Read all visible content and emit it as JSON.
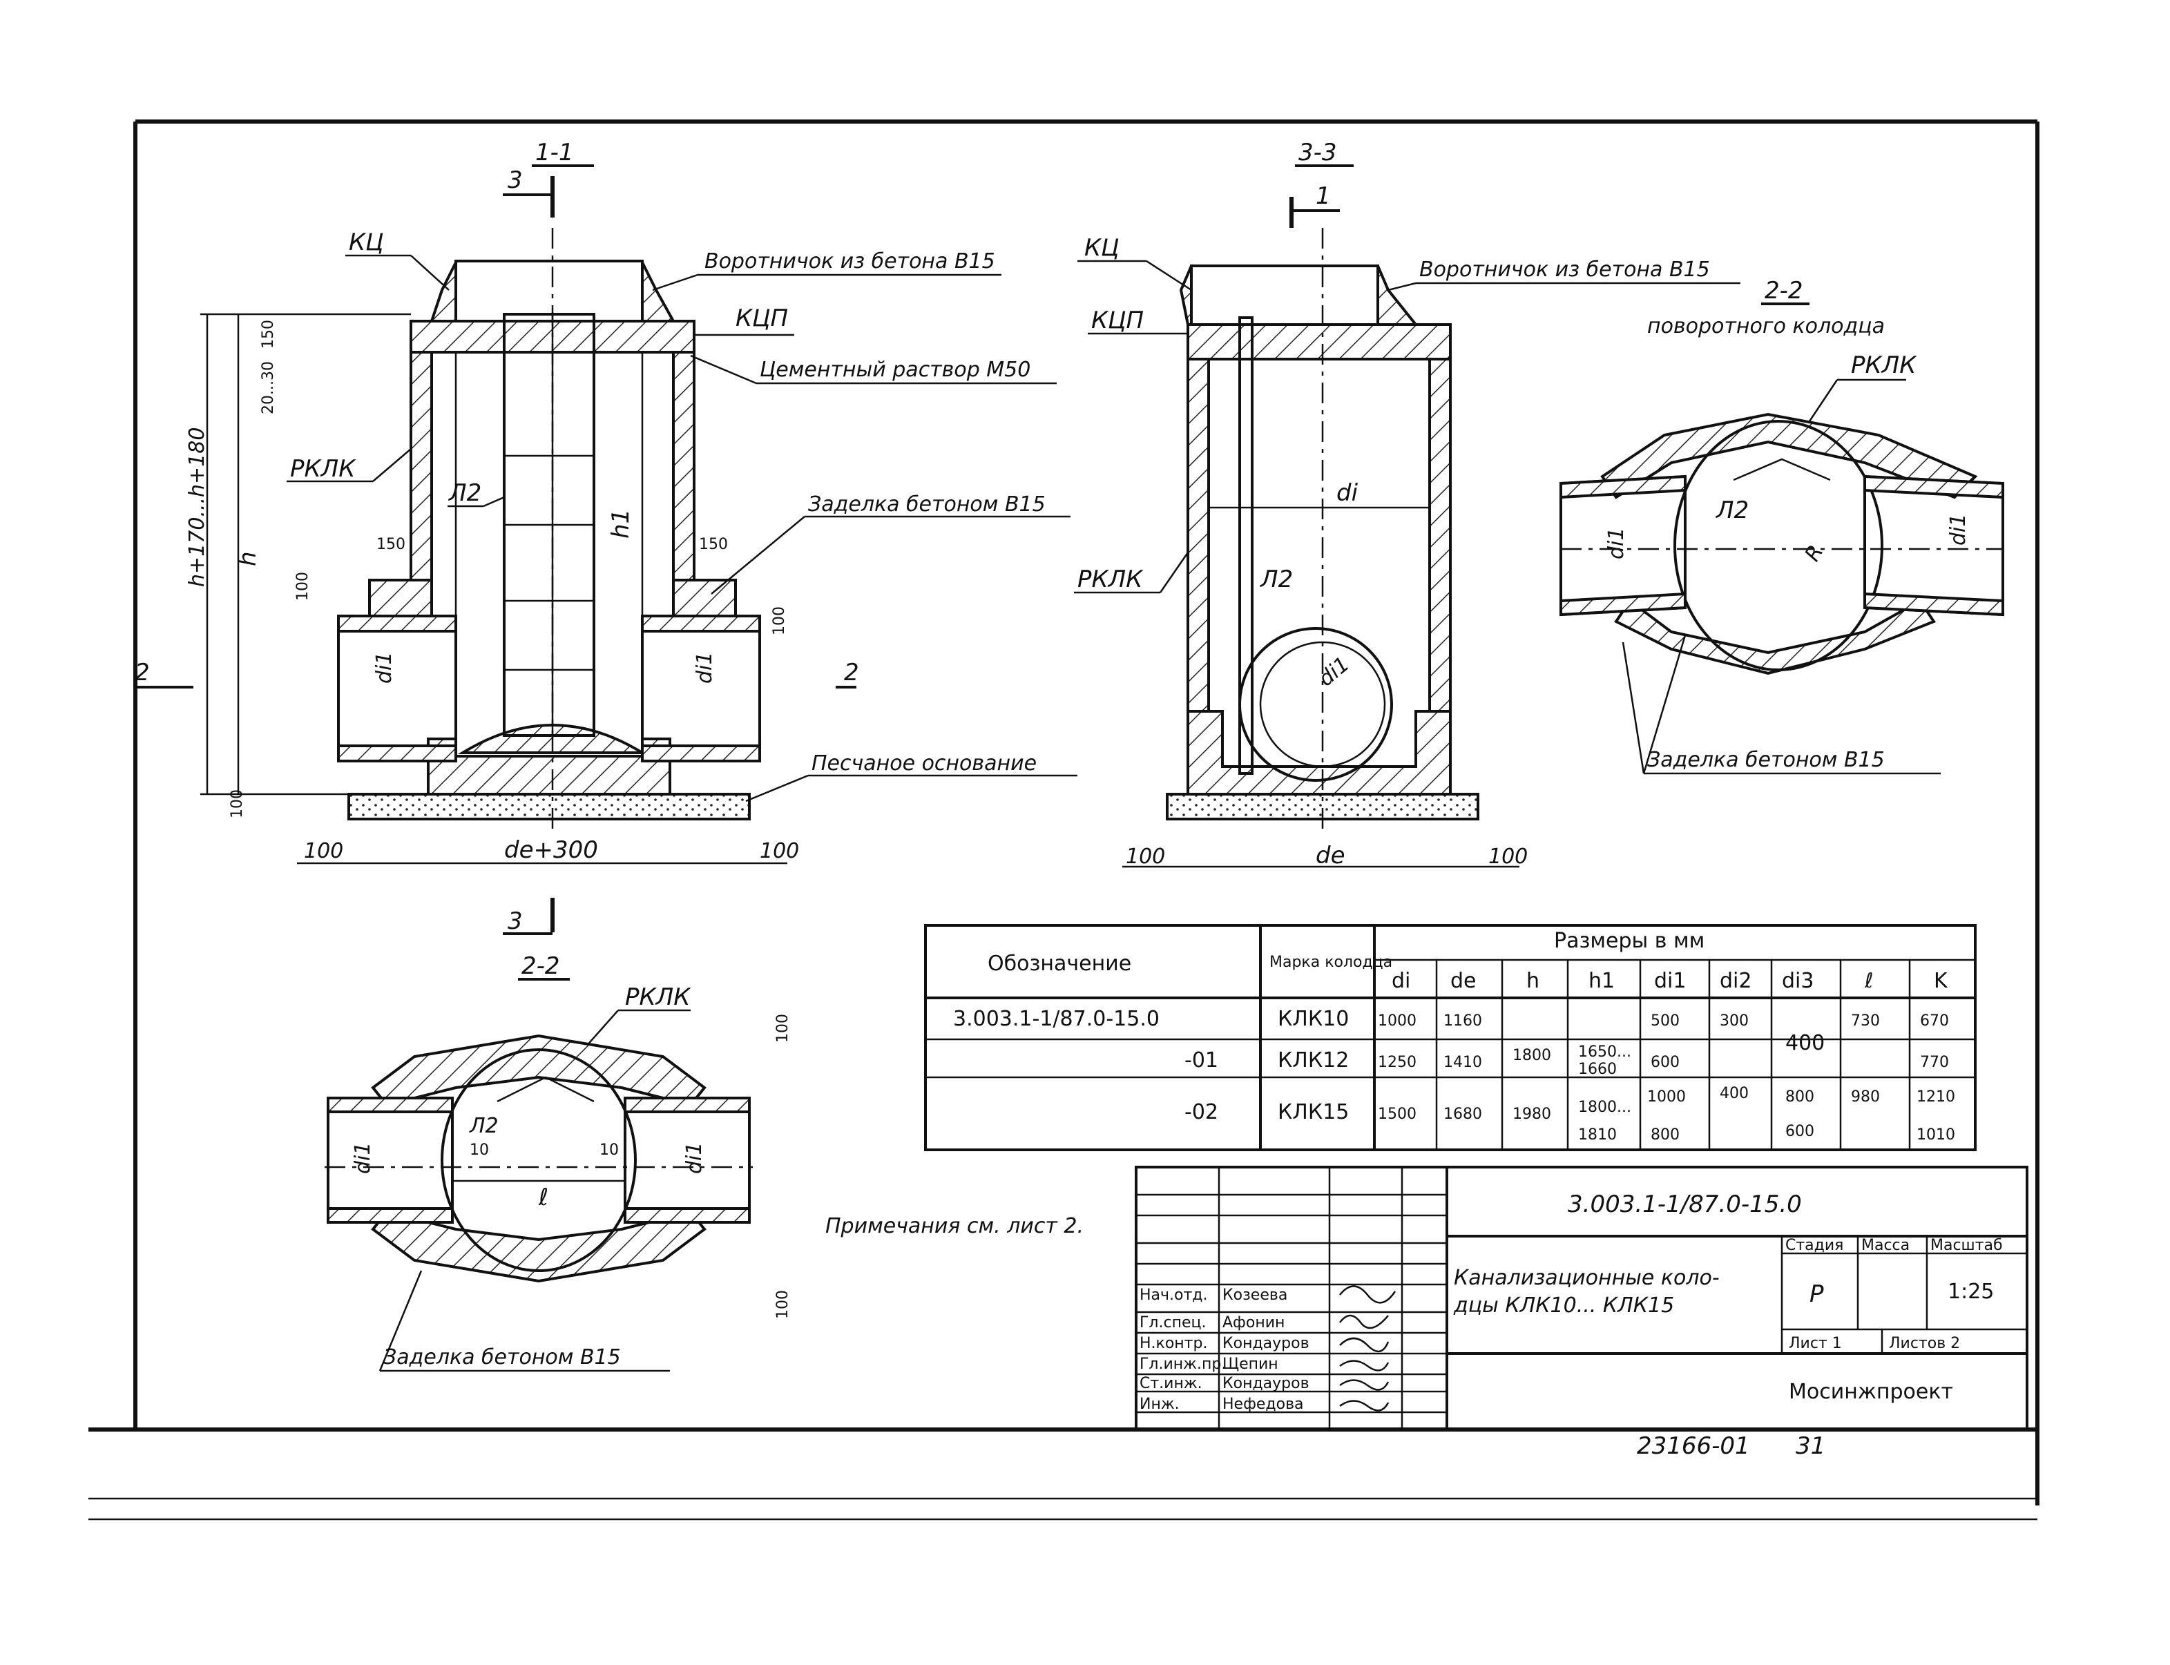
{
  "sections": {
    "s11": "1-1",
    "s33": "3-3",
    "s22": "2-2",
    "cut3": "3",
    "cut1": "1",
    "cut2": "2"
  },
  "labels": {
    "kc": "КЦ",
    "kcp": "КЦП",
    "rklk": "РКЛК",
    "rklk2": "РКЛК",
    "rklk3": "РКЛК",
    "rklk_plan": "РКЛК",
    "collar": "Воротничок из бетона В15",
    "collar2": "Воротничок из бетона В15",
    "mortar": "Цементный раствор М50",
    "seal": "Заделка бетоном В15",
    "seal2": "Заделка бетоном В15",
    "seal3": "Заделка бетоном В15",
    "sand": "Песчаное основание",
    "turning": "поворотного колодца",
    "l2": "Л2",
    "l2b": "Л2",
    "l2c": "Л2",
    "l2d": "Л2",
    "di": "di",
    "di1": "di1",
    "di1b": "di1",
    "di1c": "di1",
    "di1d": "di1",
    "di1e": "di1",
    "di1f": "di1",
    "h": "h",
    "h1": "h1",
    "l": "ℓ",
    "r": "R",
    "note": "Примечания см. лист 2."
  },
  "dims": {
    "d150a": "150",
    "d150b": "150",
    "d20_30": "20...30",
    "d150c": "150",
    "d100a": "100",
    "d100b": "100",
    "d100c": "100",
    "d100d": "100",
    "d100e": "100",
    "d100f": "100",
    "d100g": "100",
    "d100h": "100",
    "d100i": "100",
    "d10a": "10",
    "d10b": "10",
    "hrange": "h+170...h+180",
    "de300": "de+300",
    "de": "de"
  },
  "table": {
    "h_designation": "Обозначение",
    "h_mark": "Марка колодца",
    "h_sizes": "Размеры в мм",
    "cols": [
      "di",
      "de",
      "h",
      "h1",
      "di1",
      "di2",
      "di3",
      "ℓ",
      "K"
    ],
    "r1": {
      "des": "3.003.1-1/87.0-15.0",
      "mark": "КЛК10",
      "di": "1000",
      "de": "1160",
      "di1": "500",
      "di2": "300",
      "l": "730",
      "k": "670"
    },
    "r2": {
      "des": "-01",
      "mark": "КЛК12",
      "di": "1250",
      "de": "1410",
      "di1": "600",
      "k": "770"
    },
    "r3": {
      "des": "-02",
      "mark": "КЛК15",
      "di": "1500",
      "de": "1680",
      "h": "1980",
      "h1": "1800...",
      "h1b": "1810",
      "di1a": "1000",
      "di1b": "800",
      "di2": "400",
      "di3a": "800",
      "di3b": "600",
      "l": "980",
      "ka": "1210",
      "kb": "1010"
    },
    "h_shared": "1800",
    "h1_shared": "1650...",
    "h1_shared_b": "1660",
    "di3_shared": "400"
  },
  "stamp": {
    "code": "3.003.1-1/87.0-15.0",
    "title1": "Канализационные коло-",
    "title2": "дцы КЛК10... КЛК15",
    "stage_h": "Стадия",
    "mass_h": "Масса",
    "scale_h": "Масштаб",
    "stage": "Р",
    "scale": "1:25",
    "sheet": "Лист 1",
    "sheets": "Листов 2",
    "org": "Мосинжпроект",
    "roles": [
      {
        "role": "Нач.отд.",
        "name": "Козеева"
      },
      {
        "role": "Гл.спец.",
        "name": "Афонин"
      },
      {
        "role": "Н.контр.",
        "name": "Кондауров"
      },
      {
        "role": "Гл.инж.пр.",
        "name": "Щепин"
      },
      {
        "role": "Ст.инж.",
        "name": "Кондауров"
      },
      {
        "role": "Инж.",
        "name": "Нефедова"
      }
    ]
  },
  "footer": {
    "inv": "23166-01",
    "page": "31"
  }
}
